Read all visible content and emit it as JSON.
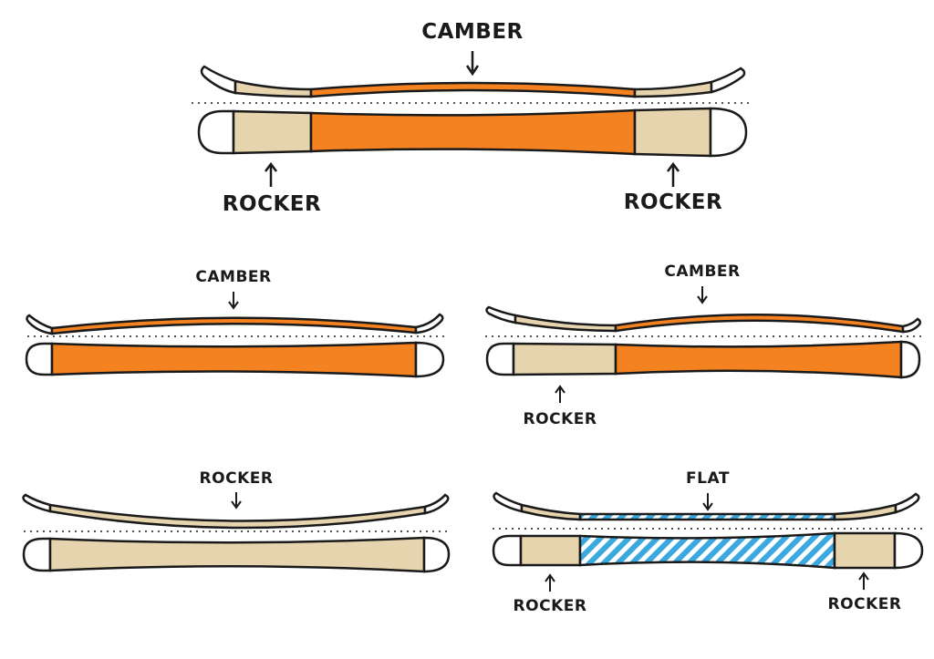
{
  "colors": {
    "camber": "#F58220",
    "rocker": "#E6D4AE",
    "flat_stripe": "#3BA9DF",
    "tip": "#FFFFFF",
    "outline": "#1A1A1A"
  },
  "diagrams": {
    "main": {
      "top_label": "CAMBER",
      "bottom_left_label": "ROCKER",
      "bottom_right_label": "ROCKER"
    },
    "camber": {
      "top_label": "CAMBER"
    },
    "camber_rocker": {
      "top_label": "CAMBER",
      "bottom_label": "ROCKER"
    },
    "rocker": {
      "top_label": "ROCKER"
    },
    "flat_rocker": {
      "top_label": "FLAT",
      "bottom_left_label": "ROCKER",
      "bottom_right_label": "ROCKER"
    }
  },
  "icons": {
    "down": "arrow-down-icon",
    "up": "arrow-up-icon"
  }
}
